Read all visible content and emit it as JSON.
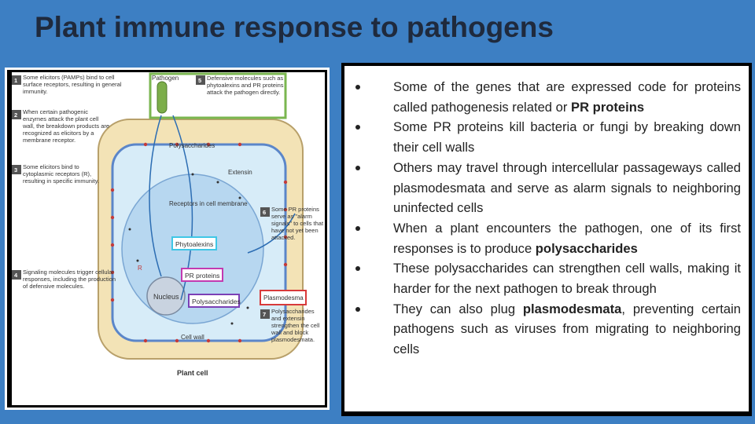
{
  "title": "Plant immune response to pathogens",
  "figure": {
    "steps": [
      {
        "num": "1",
        "text": "Some elicitors (PAMPs) bind to cell surface receptors, resulting in general immunity."
      },
      {
        "num": "2",
        "text": "When certain pathogenic enzymes attack the plant cell wall, the breakdown products are recognized as elicitors by a membrane receptor."
      },
      {
        "num": "3",
        "text": "Some elicitors bind to cytoplasmic receptors (R), resulting in specific immunity."
      },
      {
        "num": "4",
        "text": "Signaling molecules trigger cellular responses, including the production of defensive molecules."
      },
      {
        "num": "5",
        "text": "Defensive molecules such as phytoalexins and PR proteins attack the pathogen directly."
      },
      {
        "num": "6",
        "text": "Some PR proteins serve as \"alarm signals\" to cells that have not yet been attacked."
      },
      {
        "num": "7",
        "text": "Polysaccharides and extensin strengthen the cell wall and block plasmodesmata."
      }
    ],
    "labels": {
      "pathogen": "Pathogen",
      "polysaccharides_top": "Polysaccharides",
      "extensin": "Extensin",
      "receptors": "Receptors in cell membrane",
      "phytoalexins": "Phytoalexins",
      "pr_proteins": "PR proteins",
      "nucleus": "Nucleus",
      "polysaccharides_box": "Polysaccharides",
      "plasmodesma": "Plasmodesma",
      "r": "R",
      "cell_wall": "Cell wall",
      "plant_cell": "Plant cell"
    }
  },
  "bullets": [
    {
      "pre": "Some of the genes that are expressed code for proteins called pathogenesis related or ",
      "bold": "PR proteins",
      "post": ""
    },
    {
      "pre": "Some PR proteins kill bacteria or fungi by breaking down their cell walls",
      "bold": "",
      "post": ""
    },
    {
      "pre": "Others may travel through intercellular passageways called plasmodesmata and serve as alarm signals to neighboring uninfected cells",
      "bold": "",
      "post": ""
    },
    {
      "pre": "When a plant encounters the pathogen, one of its first responses is to produce ",
      "bold": "polysaccharides",
      "post": ""
    },
    {
      "pre": "These polysaccharides can strengthen cell walls, making it harder for the next pathogen to break through",
      "bold": "",
      "post": ""
    },
    {
      "pre": "They can also plug ",
      "bold": "plasmodesmata",
      "post": ", preventing certain pathogens such as viruses from migrating to neighboring cells"
    }
  ],
  "colors": {
    "background": "#3d7fc3",
    "title": "#1f2a3d",
    "cell_wall": "#f3e3b6",
    "cytoplasm": "#d7ecf8",
    "vacuole": "#b7d7f0",
    "membrane": "#5b86c9",
    "pathogen": "#7cae4a",
    "phytoalexin_box": "#3fc7e6",
    "pr_box": "#c33ab0",
    "poly_box": "#7b3fb5",
    "plasmodesma_box": "#d83a3a",
    "pathogen_box": "#7ab64f"
  }
}
